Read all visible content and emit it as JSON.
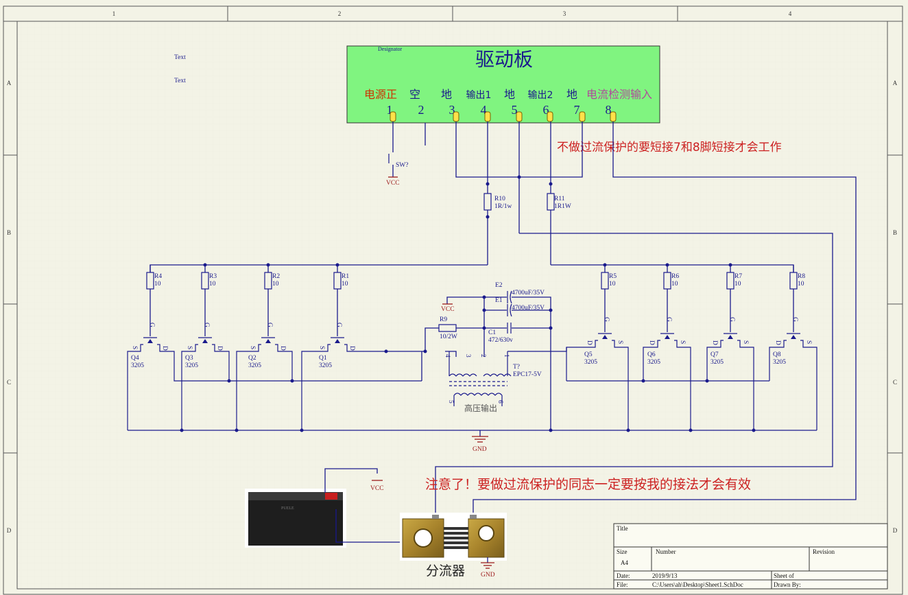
{
  "frame": {
    "columns": [
      "1",
      "2",
      "3",
      "4"
    ],
    "rows": [
      "A",
      "B",
      "C",
      "D"
    ]
  },
  "misc_text": [
    "Text",
    "Text"
  ],
  "driver_board": {
    "designator": "Designator",
    "title": "驱动板",
    "pin_labels": [
      "电源正",
      "空",
      "地",
      "输出1",
      "地",
      "输出2",
      "地",
      "电流检测输入"
    ],
    "pin_numbers": [
      "1",
      "2",
      "3",
      "4",
      "5",
      "6",
      "7",
      "8"
    ],
    "fill_color": "#80f480"
  },
  "notes": {
    "short_note": "不做过流保护的要短接7和8脚短接才会工作",
    "warning_note": "注意了！要做过流保护的同志一定要按我的接法才会有效"
  },
  "switch": {
    "name": "SW?",
    "power": "VCC"
  },
  "resistors_top": [
    {
      "name": "R10",
      "value": "1R/1w"
    },
    {
      "name": "R11",
      "value": "1R1W"
    }
  ],
  "gate_resistors_left": [
    {
      "name": "R4",
      "value": "10"
    },
    {
      "name": "R3",
      "value": "10"
    },
    {
      "name": "R2",
      "value": "10"
    },
    {
      "name": "R1",
      "value": "10"
    }
  ],
  "gate_resistors_right": [
    {
      "name": "R5",
      "value": "10"
    },
    {
      "name": "R6",
      "value": "10"
    },
    {
      "name": "R7",
      "value": "10"
    },
    {
      "name": "R8",
      "value": "10"
    }
  ],
  "mosfets_left": [
    {
      "name": "Q4",
      "part": "3205"
    },
    {
      "name": "Q3",
      "part": "3205"
    },
    {
      "name": "Q2",
      "part": "3205"
    },
    {
      "name": "Q1",
      "part": "3205"
    }
  ],
  "mosfets_right": [
    {
      "name": "Q5",
      "part": "3205"
    },
    {
      "name": "Q6",
      "part": "3205"
    },
    {
      "name": "Q7",
      "part": "3205"
    },
    {
      "name": "Q8",
      "part": "3205"
    }
  ],
  "pin_letters": {
    "gate": "G",
    "source": "S",
    "drain": "D"
  },
  "capacitors": [
    {
      "name": "E2",
      "value": "4700uF/35V"
    },
    {
      "name": "E1",
      "value": "4700uF/35V"
    },
    {
      "name": "C1",
      "value": "472/630v"
    }
  ],
  "r9": {
    "name": "R9",
    "value": "10/2W"
  },
  "transformer": {
    "name": "T?",
    "part": "EPC17-5V",
    "pins": [
      "4",
      "3",
      "2",
      "1",
      "5",
      "6"
    ],
    "output_label": "高压输出"
  },
  "power": {
    "vcc": "VCC",
    "gnd": "GND"
  },
  "battery": {
    "label": "PUELE"
  },
  "shunt": {
    "label": "分流器"
  },
  "title_block": {
    "title": "Title",
    "size_label": "Size",
    "size_value": "A4",
    "number_label": "Number",
    "revision_label": "Revision",
    "date_label": "Date:",
    "date_value": "2019/9/13",
    "sheet_label": "Sheet   of",
    "file_label": "File:",
    "file_value": "C:\\Users\\ah\\Desktop\\Sheet1.SchDoc",
    "drawn_label": "Drawn By:"
  }
}
